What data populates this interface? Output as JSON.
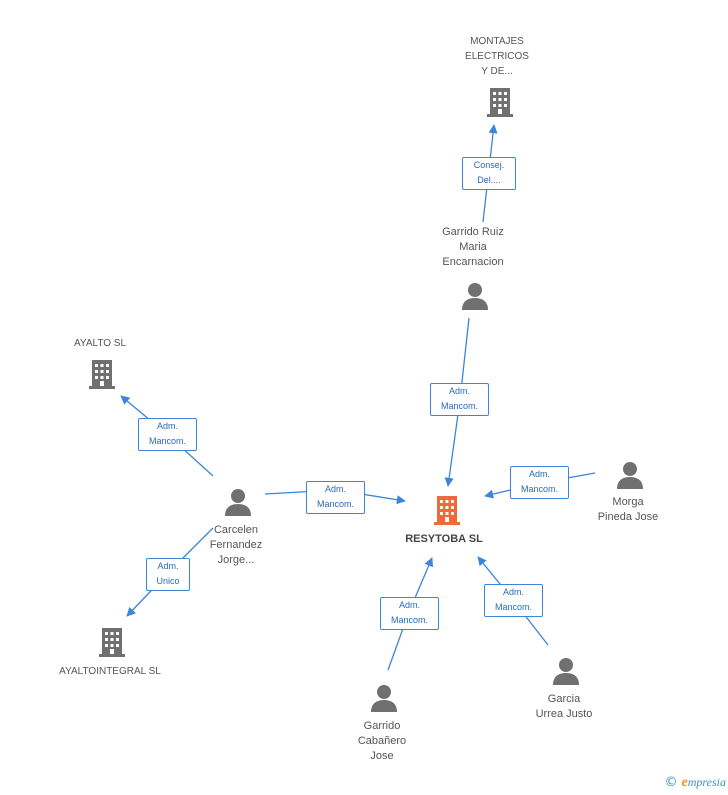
{
  "colors": {
    "company": "#707070",
    "company_focus": "#f0693c",
    "person": "#707070",
    "edge": "#3d85d8"
  },
  "nodes": {
    "montajes": {
      "label": "MONTAJES\nELECTRICOS\nY DE...",
      "icon": "building-icon"
    },
    "garrido_ruiz": {
      "label": "Garrido Ruiz\nMaria\nEncarnacion",
      "icon": "person-icon"
    },
    "ayalto": {
      "label": "AYALTO SL",
      "icon": "building-icon"
    },
    "resytoba": {
      "label": "RESYTOBA SL",
      "icon": "building-icon"
    },
    "morga": {
      "label": "Morga\nPineda Jose",
      "icon": "person-icon"
    },
    "carcelen": {
      "label": "Carcelen\nFernandez\nJorge...",
      "icon": "person-icon"
    },
    "ayaltointegral": {
      "label": "AYALTOINTEGRAL SL",
      "icon": "building-icon"
    },
    "garcia": {
      "label": "Garcia\nUrrea Justo",
      "icon": "person-icon"
    },
    "garrido_cabanero": {
      "label": "Garrido\nCabañero\nJose",
      "icon": "person-icon"
    }
  },
  "edges": {
    "garrido_ruiz_montajes": "Consej.\nDel....",
    "garrido_ruiz_resytoba": "Adm.\nMancom.",
    "carcelen_ayalto": "Adm.\nMancom.",
    "carcelen_resytoba": "Adm.\nMancom.",
    "morga_resytoba": "Adm.\nMancom.",
    "carcelen_ayaltointegral": "Adm.\nUnico",
    "garrido_cabanero_resytoba": "Adm.\nMancom.",
    "garcia_resytoba": "Adm.\nMancom."
  },
  "footer": {
    "copyright": "©",
    "brand_first": "e",
    "brand_rest": "mpresia"
  }
}
